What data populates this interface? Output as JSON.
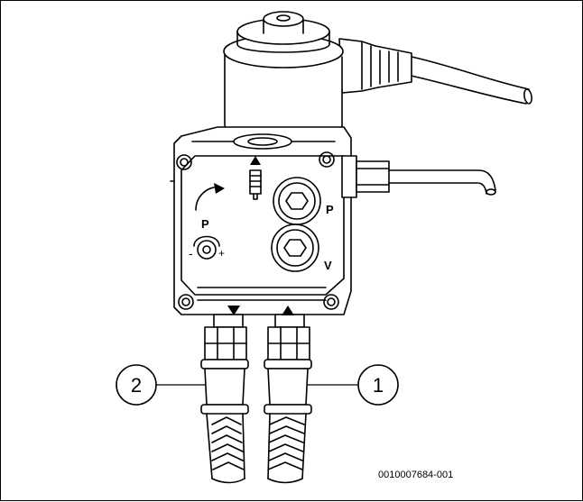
{
  "figure": {
    "callouts": [
      {
        "number": "1"
      },
      {
        "number": "2"
      }
    ],
    "port_labels": {
      "pressure_top": "P",
      "vacuum": "V",
      "pressure_adjust": "P",
      "minus": "-",
      "plus": "+"
    },
    "figure_id": "0010007684-001"
  }
}
